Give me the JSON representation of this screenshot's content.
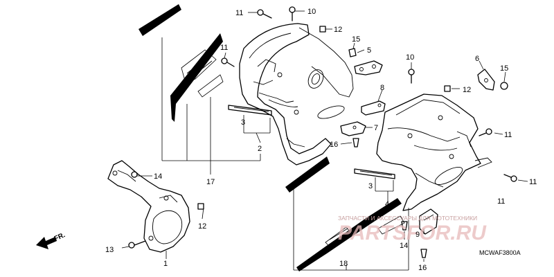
{
  "diagram": {
    "callouts": [
      {
        "id": "c-11a",
        "text": "11"
      },
      {
        "id": "c-10a",
        "text": "10"
      },
      {
        "id": "c-12a",
        "text": "12"
      },
      {
        "id": "c-15a",
        "text": "15"
      },
      {
        "id": "c-5",
        "text": "5"
      },
      {
        "id": "c-11b",
        "text": "11"
      },
      {
        "id": "c-8",
        "text": "8"
      },
      {
        "id": "c-10b",
        "text": "10"
      },
      {
        "id": "c-6",
        "text": "6"
      },
      {
        "id": "c-15b",
        "text": "15"
      },
      {
        "id": "c-12b",
        "text": "12"
      },
      {
        "id": "c-3a",
        "text": "3"
      },
      {
        "id": "c-7",
        "text": "7"
      },
      {
        "id": "c-11c",
        "text": "11"
      },
      {
        "id": "c-2",
        "text": "2"
      },
      {
        "id": "c-16a",
        "text": "16"
      },
      {
        "id": "c-14a",
        "text": "14"
      },
      {
        "id": "c-17",
        "text": "17"
      },
      {
        "id": "c-11d",
        "text": "11"
      },
      {
        "id": "c-3b",
        "text": "3"
      },
      {
        "id": "c-11e",
        "text": "11"
      },
      {
        "id": "c-4",
        "text": "4"
      },
      {
        "id": "c-12c",
        "text": "12"
      },
      {
        "id": "c-9",
        "text": "9"
      },
      {
        "id": "c-13",
        "text": "13"
      },
      {
        "id": "c-14b",
        "text": "14"
      },
      {
        "id": "c-1",
        "text": "1"
      },
      {
        "id": "c-18",
        "text": "18"
      },
      {
        "id": "c-16b",
        "text": "16"
      }
    ],
    "direction_label": "FR.",
    "drawing_code": "MCWAF3800A"
  },
  "watermark": {
    "tagline": "ЗАПЧАСТИ И АКСЕССУАРЫ ДЛЯ МОТОТЕХНИКИ",
    "brand": "PARTSFOR.RU",
    "color": "#e7b9b9"
  }
}
